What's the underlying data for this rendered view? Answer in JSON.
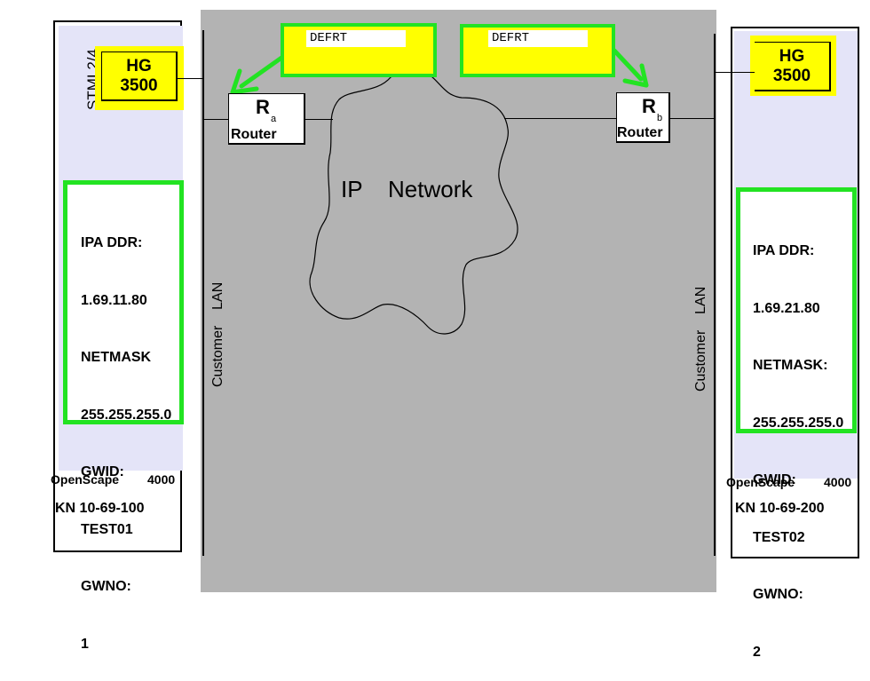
{
  "left_node": {
    "slot_label": "STMI 2/4",
    "hg_line1": "HG",
    "hg_line2": "3500",
    "info_lines": [
      "IPA DDR:",
      "1.69.11.80",
      "NETMASK",
      "255.255.255.0",
      "GWID:",
      "TEST01",
      "GWNO:",
      "1"
    ],
    "system": "OpenScape",
    "system_num": "4000",
    "kn": "KN 10-69-100"
  },
  "right_node": {
    "hg_line1": "HG",
    "hg_line2": "3500",
    "info_lines": [
      "IPA DDR:",
      "1.69.21.80",
      "NETMASK:",
      "255.255.255.0",
      "GWID:",
      "TEST02",
      "GWNO:",
      "2"
    ],
    "system": "OpenScape",
    "system_num": "4000",
    "kn": "KN 10-69-200"
  },
  "network": {
    "lan_left": "Customer    LAN",
    "lan_right": "Customer    LAN",
    "ip": "IP",
    "network": "Network",
    "router_a": {
      "letter": "R",
      "sub": "a",
      "label": "Router"
    },
    "router_b": {
      "letter": "R",
      "sub": "b",
      "label": "Router"
    },
    "defrt_left": "DEFRT",
    "defrt_right": "DEFRT"
  },
  "colors": {
    "highlight_green": "#22e322",
    "highlight_yellow": "#ffff00",
    "network_gray": "#b3b3b3",
    "panel_fill": "#e4e4f8"
  }
}
